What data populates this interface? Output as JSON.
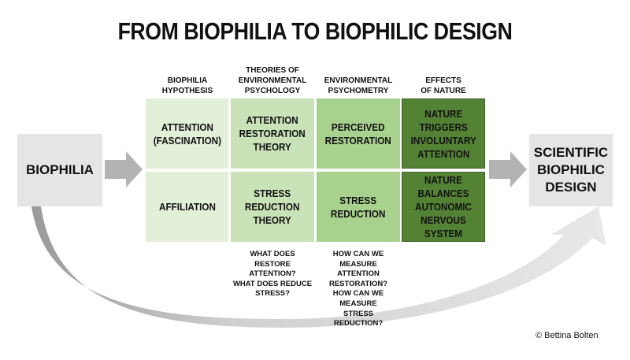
{
  "title": "FROM BIOPHILIA TO BIOPHILIC DESIGN",
  "left_box": "BIOPHILIA",
  "right_box": "SCIENTIFIC\nBIOPHILIC\nDESIGN",
  "headers": [
    "BIOPHILIA\nHYPOTHESIS",
    "THEORIES  OF\nENVIRONMENTAL\nPSYCHOLOGY",
    "ENVIRONMENTAL\nPSYCHOMETRY",
    "EFFECTS\nOF NATURE"
  ],
  "rows": [
    [
      "ATTENTION\n(FASCINATION)",
      "ATTENTION\nRESTORATION\nTHEORY",
      "PERCEIVED\nRESTORATION",
      "NATURE\nTRIGGERS\nINVOLUNTARY\nATTENTION"
    ],
    [
      "AFFILIATION",
      "STRESS\nREDUCTION\nTHEORY",
      "STRESS\nREDUCTION",
      "NATURE\nBALANCES\nAUTONOMIC\nNERVOUS\nSYSTEM"
    ]
  ],
  "questions": [
    "WHAT DOES\nRESTORE\nATTENTION?\nWHAT DOES REDUCE\nSTRESS?",
    "HOW CAN WE\nMEASURE\nATTENTION\nRESTORATION?\nHOW CAN WE\nMEASURE\nSTRESS\nREDUCTION?"
  ],
  "credit": "© Bettina Bolten",
  "colors": {
    "col1": "#e3f0d9",
    "col2": "#c9e2b7",
    "col3": "#a9d18e",
    "col4": "#548235",
    "gray": "#e5e5e5",
    "arrow": "#b3b3b3"
  }
}
